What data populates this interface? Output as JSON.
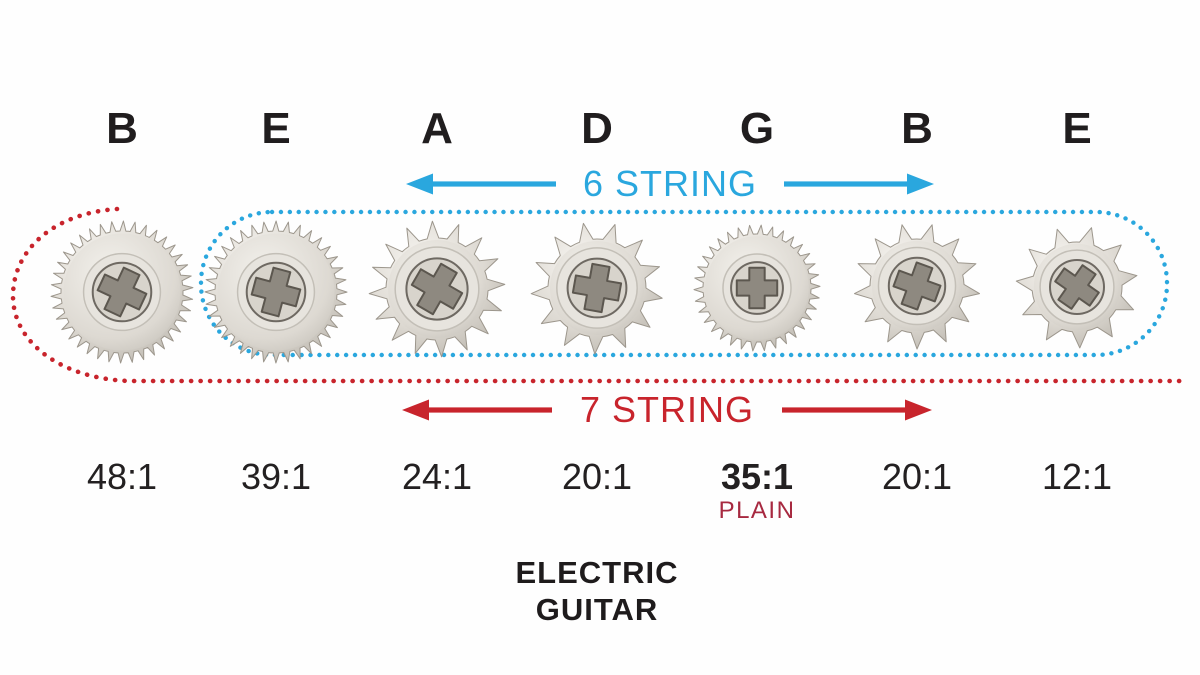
{
  "palette": {
    "blue": "#2aa7de",
    "red": "#c8242c",
    "plain_red": "#a72940",
    "text": "#201d1e"
  },
  "columns": [
    {
      "note": "B",
      "ratio": "48:1",
      "icon": "tuning-gear-fine"
    },
    {
      "note": "E",
      "ratio": "39:1",
      "icon": "tuning-gear-fine"
    },
    {
      "note": "A",
      "ratio": "24:1",
      "icon": "tuning-gear-coarse"
    },
    {
      "note": "D",
      "ratio": "20:1",
      "icon": "tuning-gear-coarse"
    },
    {
      "note": "G",
      "ratio": "35:1",
      "sub": "PLAIN",
      "bold": true,
      "icon": "tuning-gear-fine"
    },
    {
      "note": "B",
      "ratio": "20:1",
      "icon": "tuning-gear-coarse"
    },
    {
      "note": "E",
      "ratio": "12:1",
      "icon": "tuning-gear-coarse"
    }
  ],
  "six_string": {
    "text": "6 STRING"
  },
  "seven_string": {
    "text": "7 STRING"
  },
  "footer": {
    "line1": "ELECTRIC",
    "line2": "GUITAR"
  }
}
